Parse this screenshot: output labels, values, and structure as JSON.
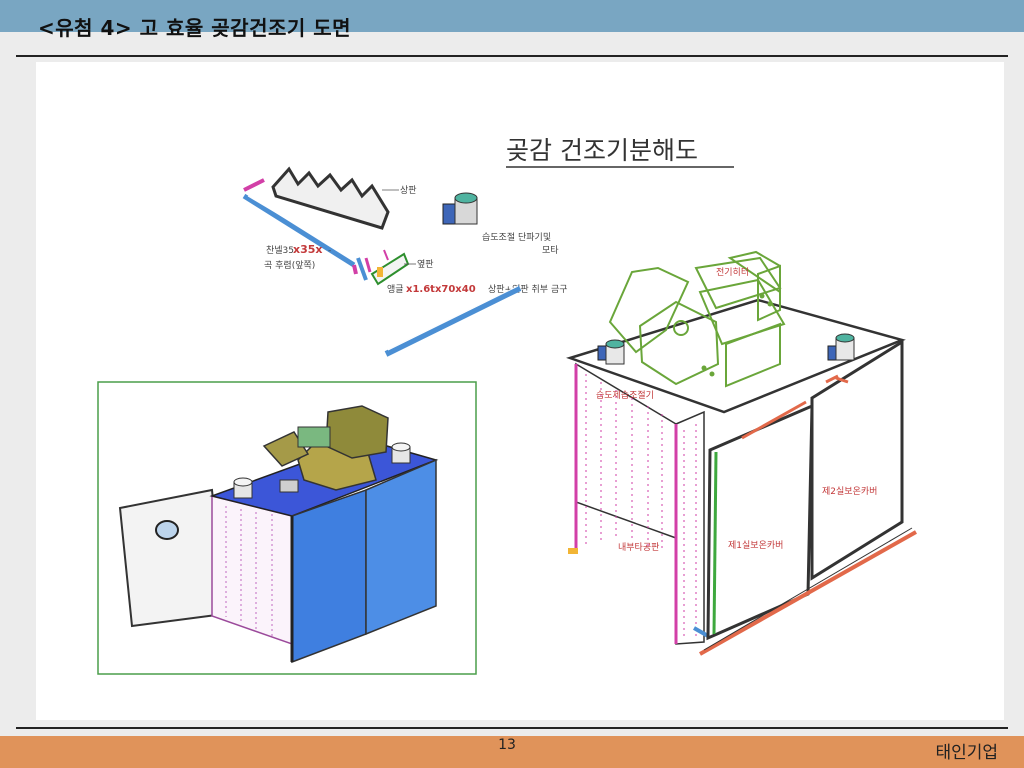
{
  "header": {
    "title": "<유첨 4> 고 효율 곶감건조기 도면"
  },
  "figure": {
    "title": "곶감 건조기분해도",
    "labels": {
      "top_plate": "상판",
      "channel": "찬넬35",
      "channel_dim": "x35x",
      "channel_tail": "-",
      "bend_rear": "곡 후렴(앞쪽)",
      "side_plate": "옆판",
      "angle": "앵글",
      "angle_dim": "x1.6tx70x40",
      "fan_motor_1": "습도조절 단파기및",
      "fan_motor_2": "모타",
      "bracket": "상판+옆판 취부 금구",
      "heater": "전기히터",
      "humidity_controller": "습도제습조절기",
      "inner_panel": "내부타공판",
      "cover_1": "제1실보온카버",
      "cover_2": "제2실보온카버"
    }
  },
  "footer": {
    "page": "13",
    "company": "태인기업"
  }
}
